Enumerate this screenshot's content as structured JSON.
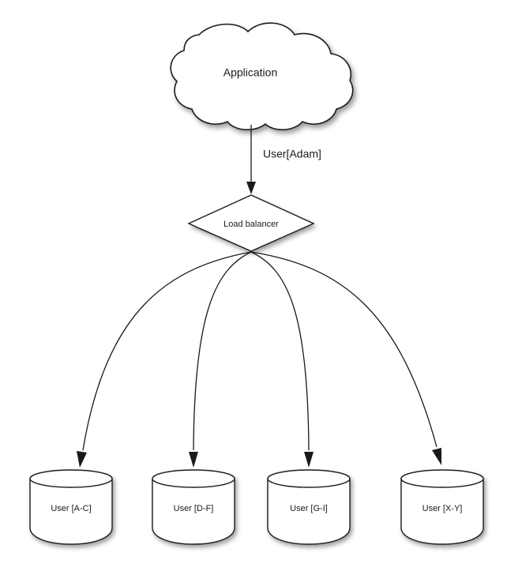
{
  "diagram": {
    "title_node": {
      "id": "application",
      "shape": "cloud",
      "label": "Application"
    },
    "balancer_node": {
      "id": "load-balancer",
      "shape": "diamond",
      "label": "Load balancer"
    },
    "edges": [
      {
        "id": "app-to-balancer",
        "from": "application",
        "to": "load-balancer",
        "label": "User[Adam]",
        "style": "straight-arrow"
      },
      {
        "id": "balancer-to-db-1",
        "from": "load-balancer",
        "to": "db-a-c",
        "label": "",
        "style": "curved-arrow"
      },
      {
        "id": "balancer-to-db-2",
        "from": "load-balancer",
        "to": "db-d-f",
        "label": "",
        "style": "curved-arrow"
      },
      {
        "id": "balancer-to-db-3",
        "from": "load-balancer",
        "to": "db-g-i",
        "label": "",
        "style": "curved-arrow"
      },
      {
        "id": "balancer-to-db-4",
        "from": "load-balancer",
        "to": "db-x-y",
        "label": "",
        "style": "curved-arrow"
      }
    ],
    "databases": [
      {
        "id": "db-a-c",
        "shape": "cylinder",
        "label": "User [A-C]"
      },
      {
        "id": "db-d-f",
        "shape": "cylinder",
        "label": "User [D-F]"
      },
      {
        "id": "db-g-i",
        "shape": "cylinder",
        "label": "User [G-I]"
      },
      {
        "id": "db-x-y",
        "shape": "cylinder",
        "label": "User [X-Y]"
      }
    ],
    "colors": {
      "background": "#ffffff",
      "stroke": "#1a1a1a",
      "fill": "#ffffff",
      "text": "#1a1a1a"
    }
  }
}
